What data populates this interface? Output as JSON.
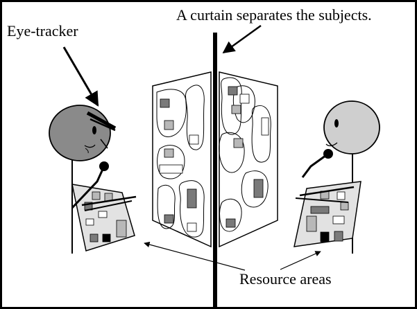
{
  "labels": {
    "eye_tracker": "Eye-tracker",
    "curtain": "A curtain separates the subjects.",
    "resource_areas": "Resource areas"
  },
  "colors": {
    "ink": "#000000",
    "background": "#ffffff",
    "head_left": "#8a8a8a",
    "head_right": "#cfcfcf",
    "tablet_fill": "#e2e2e2",
    "block_dark": "#7a7a7a",
    "block_light": "#b8b8b8"
  }
}
